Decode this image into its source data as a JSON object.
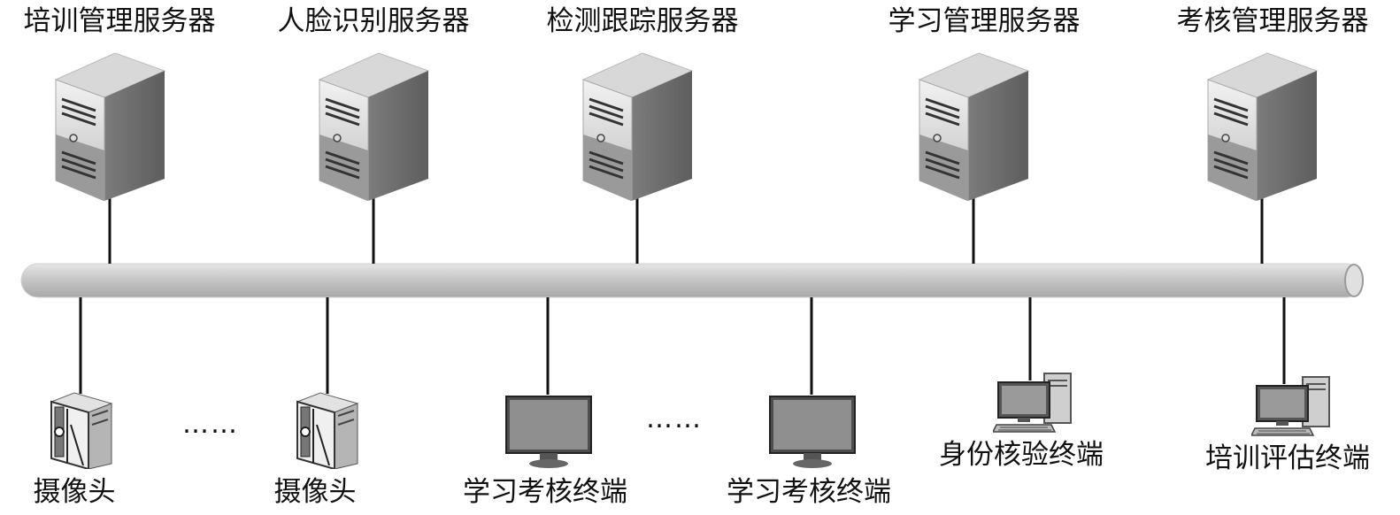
{
  "servers": [
    {
      "label": "培训管理服务器",
      "icon": "server-tower-icon"
    },
    {
      "label": "人脸识别服务器",
      "icon": "server-tower-icon"
    },
    {
      "label": "检测跟踪服务器",
      "icon": "server-tower-icon"
    },
    {
      "label": "学习管理服务器",
      "icon": "server-tower-icon"
    },
    {
      "label": "考核管理服务器",
      "icon": "server-tower-icon"
    }
  ],
  "clients": [
    {
      "label": "摄像头",
      "icon": "camera-icon"
    },
    {
      "label": "摄像头",
      "icon": "camera-icon"
    },
    {
      "label": "学习考核终端",
      "icon": "monitor-icon"
    },
    {
      "label": "学习考核终端",
      "icon": "monitor-icon"
    },
    {
      "label": "身份核验终端",
      "icon": "desktop-computer-icon"
    },
    {
      "label": "培训评估终端",
      "icon": "desktop-computer-icon"
    }
  ],
  "ellipsis": [
    "……",
    "……"
  ],
  "colors": {
    "bus": "#c8c8c8",
    "line": "#111111",
    "device": "#8a8a8a"
  }
}
